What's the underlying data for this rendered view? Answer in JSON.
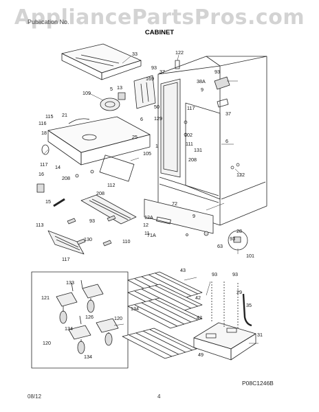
{
  "header": {
    "watermark": "AppliancePartsPros.com",
    "publication": "Publication No.",
    "title": "CABINET"
  },
  "footer": {
    "date": "08/12",
    "page": "4"
  },
  "figure_code": "P08C1246B",
  "callouts": [
    "33",
    "122",
    "93",
    "37",
    "169",
    "38A",
    "93",
    "109",
    "5",
    "13",
    "50",
    "9",
    "37",
    "115",
    "21",
    "117",
    "116",
    "6",
    "129",
    "18",
    "102",
    "25",
    "111",
    "6",
    "131",
    "1",
    "105",
    "117",
    "208",
    "14",
    "122",
    "16",
    "208",
    "112",
    "208",
    "15",
    "72",
    "12A",
    "9",
    "113",
    "93",
    "12",
    "28",
    "11",
    "93",
    "71A",
    "130",
    "63",
    "110",
    "101",
    "117",
    "43",
    "93",
    "93",
    "133",
    "121",
    "29",
    "42",
    "35",
    "134",
    "126",
    "42",
    "120",
    "31",
    "134",
    "120",
    "49",
    "134"
  ]
}
